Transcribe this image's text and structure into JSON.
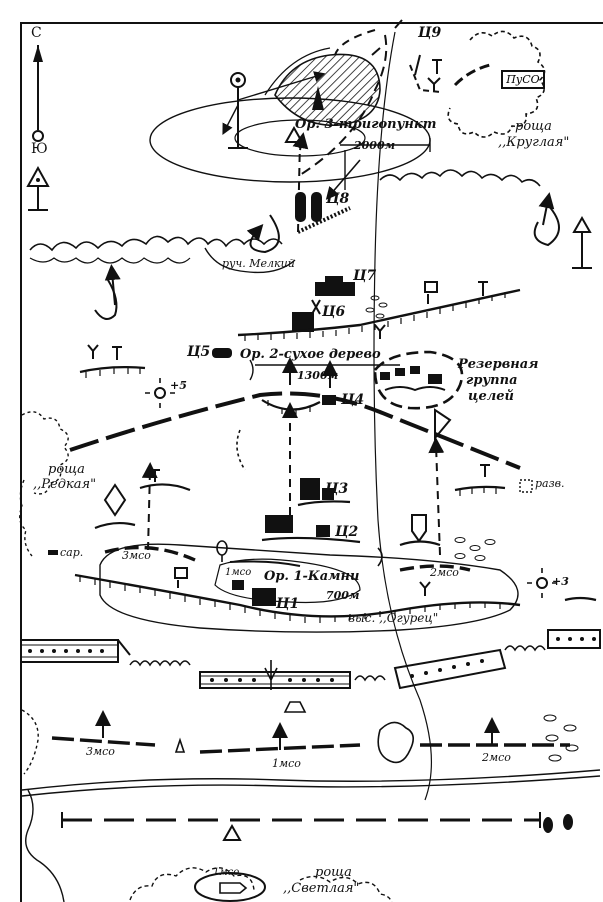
{
  "compass": {
    "north": "С",
    "south": "Ю"
  },
  "hills": [
    {
      "id": "or3",
      "label": "Ор. 3-тригопункт",
      "distance": "2000м"
    },
    {
      "id": "or2",
      "label": "Ор. 2-сухое дерево",
      "distance": "1300м"
    },
    {
      "id": "or1",
      "label": "Ор. 1-Камни",
      "distance": "700м"
    }
  ],
  "targets": [
    "Ц1",
    "Ц2",
    "Ц3",
    "Ц4",
    "Ц5",
    "Ц6",
    "Ц7",
    "Ц8",
    "Ц9"
  ],
  "groves": [
    {
      "id": "kruglaya",
      "line1": "роща",
      "line2": ",,Круглая\""
    },
    {
      "id": "redkaya",
      "line1": "роща",
      "line2": ",,Редкая\""
    },
    {
      "id": "svetlaya",
      "line1": "роща",
      "line2": ",,Светлая\""
    }
  ],
  "reserve": {
    "line1": "Резервная",
    "line2": "группа",
    "line3": "целей"
  },
  "stream": "руч. Мелкий",
  "height": "выс. ,,Огурец\"",
  "pusq": "ПуСО",
  "markers": {
    "sar": "сар.",
    "razv": "разв.",
    "plus5": "+5",
    "plus3": "+3"
  },
  "units": {
    "mso3_front": "3мсо",
    "mso1_front": "1мсо",
    "mso2_front": "2мсо",
    "mso3_rear": "3мсо",
    "mso1_rear": "1мсо",
    "mso2_rear": "2мсо",
    "mso1_bottom": "1мсо"
  }
}
